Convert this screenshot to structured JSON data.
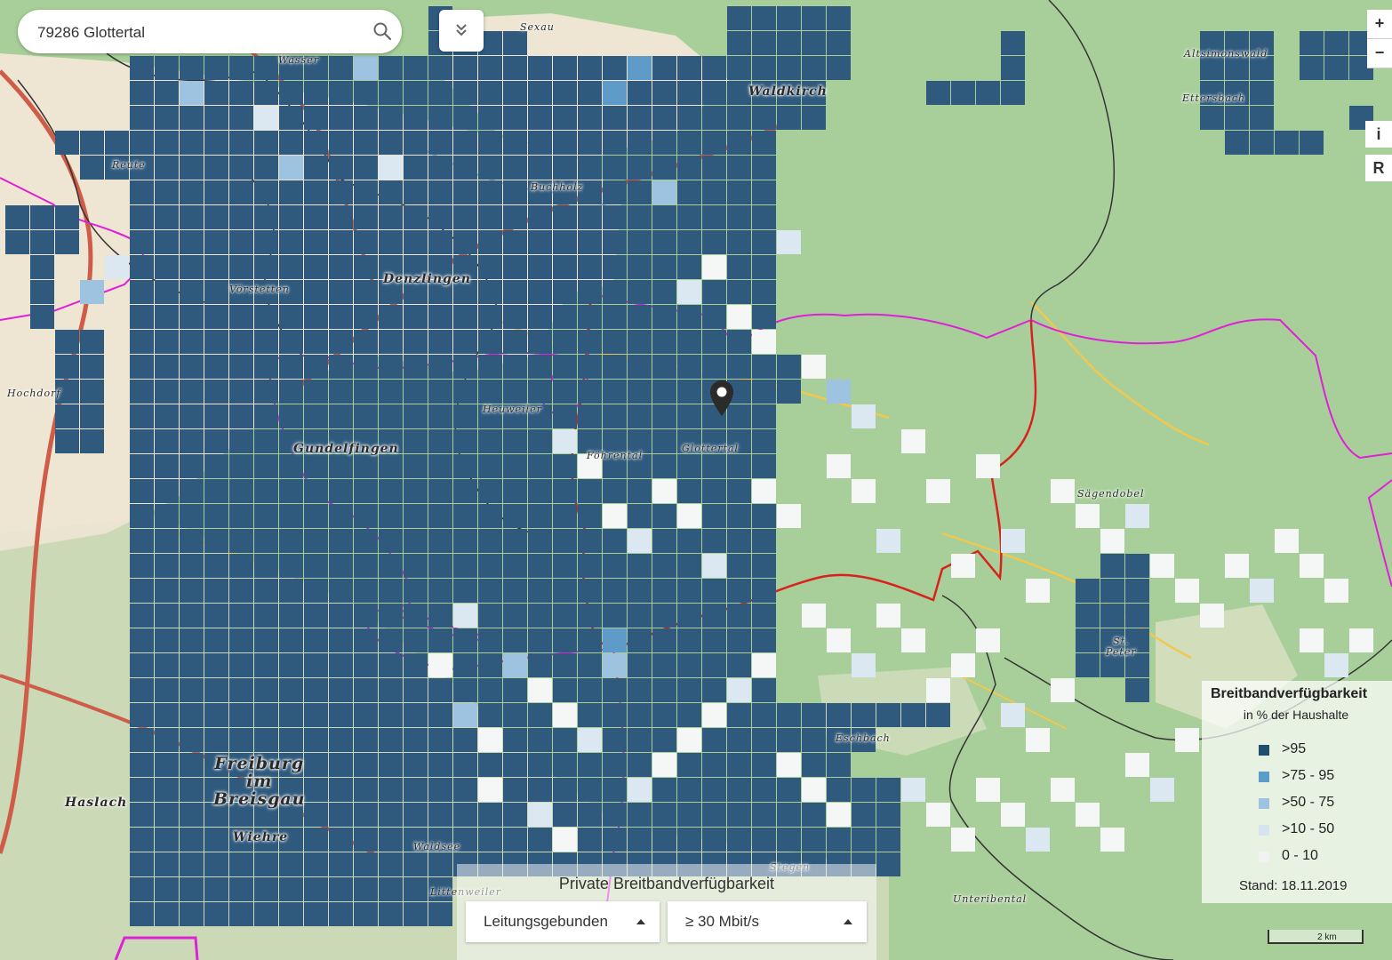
{
  "search": {
    "value": "79286 Glottertal",
    "icon": "search-icon"
  },
  "toolbar": {
    "expand_icon": "double-chevron-down-icon"
  },
  "zoom": {
    "in_label": "+",
    "out_label": "−"
  },
  "side_buttons": {
    "info_label": "i",
    "r_label": "R"
  },
  "map": {
    "marker_icon": "location-pin-icon",
    "places": [
      {
        "name": "Freiburg\nim\nBreisgau",
        "size": "big"
      },
      {
        "name": "Waldkirch",
        "size": "mid"
      },
      {
        "name": "Denzlingen",
        "size": "mid"
      },
      {
        "name": "Gundelfingen",
        "size": "mid"
      },
      {
        "name": "Haslach",
        "size": "mid"
      },
      {
        "name": "Wiehre",
        "size": "mid"
      },
      {
        "name": "Sexau",
        "size": "small"
      },
      {
        "name": "Reute",
        "size": "small"
      },
      {
        "name": "Buchholz",
        "size": "small"
      },
      {
        "name": "Vörstetten",
        "size": "small"
      },
      {
        "name": "Hochdorf",
        "size": "small"
      },
      {
        "name": "Heuweiler",
        "size": "small"
      },
      {
        "name": "Föhrental",
        "size": "small"
      },
      {
        "name": "Glottertal",
        "size": "small"
      },
      {
        "name": "Sägendobel",
        "size": "small"
      },
      {
        "name": "St.\nPeter",
        "size": "small"
      },
      {
        "name": "Eschbach",
        "size": "small"
      },
      {
        "name": "Waldsee",
        "size": "small"
      },
      {
        "name": "Littenweiler",
        "size": "small"
      },
      {
        "name": "Unteribental",
        "size": "small"
      },
      {
        "name": "Stegen",
        "size": "small"
      },
      {
        "name": "Altsimonswald",
        "size": "small"
      },
      {
        "name": "Ettersbach",
        "size": "small"
      },
      {
        "name": "Wasser",
        "size": "small"
      }
    ]
  },
  "legend": {
    "title": "Breitbandverfügbarkeit",
    "subtitle": "in % der Haushalte",
    "classes": [
      {
        "label": ">95",
        "color": "#1f4e6e"
      },
      {
        "label": ">75 - 95",
        "color": "#5b9dc9"
      },
      {
        "label": ">50 - 75",
        "color": "#9dc3e0"
      },
      {
        "label": ">10 - 50",
        "color": "#d6e4ef"
      },
      {
        "label": "0 - 10",
        "color": "#f2f2f2"
      }
    ],
    "date": "Stand: 18.11.2019"
  },
  "scale": {
    "label": "2 km"
  },
  "panel": {
    "title": "Private Breitbandverfügbarkeit",
    "technology": "Leitungsgebunden",
    "speed": "≥ 30 Mbit/s"
  },
  "colors": {
    "forest": "#a8cf9a",
    "urban": "#efe7d4",
    "municipality_boundary": "#e020d8",
    "selected_boundary": "#d8231c",
    "highway": "#d9735a",
    "main_road": "#f1c84d"
  }
}
